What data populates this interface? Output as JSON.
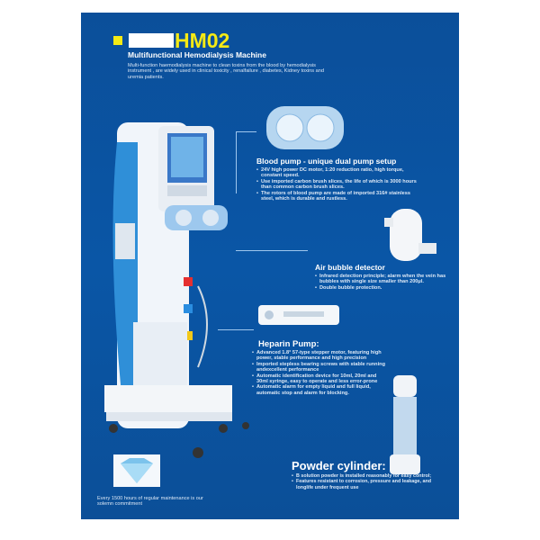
{
  "header": {
    "model": "HM02",
    "subtitle": "Multifunctional Hemodialysis Machine",
    "description": "Multi-function haemodialysis machine to clean toxins from the blood by hemodialysis instrument , are widely used in clinical toxicity , renalfailure , diabetes, Kidney toxins and uremia patients."
  },
  "features": [
    {
      "title": "Blood pump - unique dual pump setup",
      "bullets": [
        "24V high power DC motor, 1:20 reduction ratio, high torque, constant speed.",
        "Use imported carbon brush slices, the life of which is 3000 hours than common carbon brush slices.",
        "The rotors of blood pump are made of imported 316# stainless steel, which is durable and rustless."
      ]
    },
    {
      "title": "Air bubble detector",
      "bullets": [
        "Infrared detection principle; alarm when the vein has bubbles with single size smaller than 200μl.",
        "Double bubble protection."
      ]
    },
    {
      "title": "Heparin Pump:",
      "bullets": [
        "Advanced 1.8° 57-type stepper motor, featuring high power, stable performance and high precision",
        "Imported stepless bearing screws with stable running andexcellent performance",
        "Automatic identification device for 10ml, 20ml and 30ml syringe, easy to operate and less error-prone",
        "Automatic alarm for empty liquid and full liquid, automatic stop and alarm for blocking."
      ]
    },
    {
      "title": "Powder cylinder:",
      "bullets": [
        "B solution powder is installed reasonably for easy control;",
        "Features resistant to corrosion, pressure and leakage, and longlife under frequent use"
      ]
    }
  ],
  "footer": {
    "maintenance": "Every 1500 hours of regular maintenance is our solemn commitment"
  },
  "colors": {
    "panel": "#0a4f9c",
    "accent": "#f5ea14"
  }
}
